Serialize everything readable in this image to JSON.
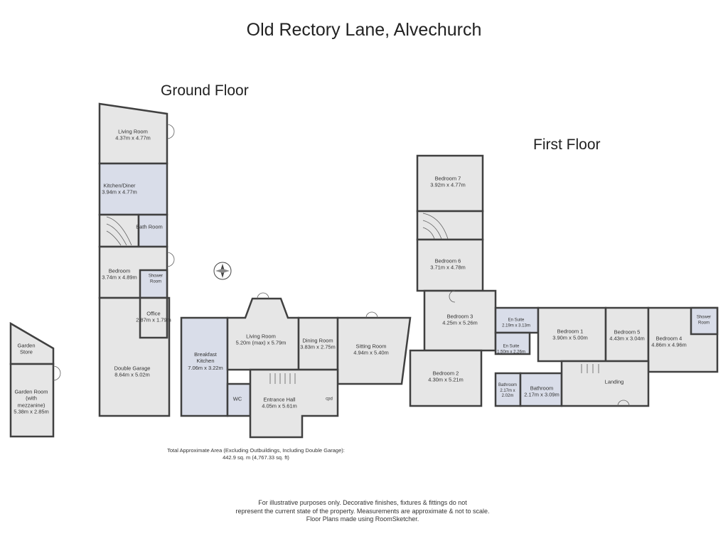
{
  "title": "Old Rectory Lane, Alvechurch",
  "floors": {
    "ground": "Ground Floor",
    "first": "First Floor"
  },
  "rooms": {
    "living_room_top": {
      "name": "Living Room",
      "dims": "4.37m x 4.77m"
    },
    "kitchen_diner": {
      "name": "Kitchen/Diner",
      "dims": "3.94m x 4.77m"
    },
    "bath_room": {
      "name": "Bath Room",
      "dims": ""
    },
    "bedroom_ground": {
      "name": "Bedroom",
      "dims": "3.74m x 4.89m"
    },
    "shower_room_ground": {
      "name": "Shower Room",
      "dims": ""
    },
    "office": {
      "name": "Office",
      "dims": "2.87m x 1.79m"
    },
    "double_garage": {
      "name": "Double Garage",
      "dims": "8.64m x 5.02m"
    },
    "breakfast_kitchen": {
      "name": "Breakfast Kitchen",
      "dims": "7.06m x 3.22m"
    },
    "living_room_main": {
      "name": "Living Room",
      "dims": "5.20m (max) x 5.79m"
    },
    "dining_room": {
      "name": "Dining Room",
      "dims": "3.83m x 2.75m"
    },
    "sitting_room": {
      "name": "Sitting Room",
      "dims": "4.94m x 5.40m"
    },
    "wc": {
      "name": "WC",
      "dims": ""
    },
    "entrance_hall": {
      "name": "Entrance Hall",
      "dims": "4.05m x 5.61m"
    },
    "cpd": {
      "name": "cpd",
      "dims": ""
    },
    "garden_store": {
      "name": "Garden Store",
      "dims": ""
    },
    "garden_room": {
      "name": "Garden Room (with mezzanine)",
      "dims": "5.38m x 2.85m"
    },
    "bedroom_7": {
      "name": "Bedroom 7",
      "dims": "3.92m x 4.77m"
    },
    "bedroom_6": {
      "name": "Bedroom 6",
      "dims": "3.71m x 4.78m"
    },
    "bedroom_3": {
      "name": "Bedroom 3",
      "dims": "4.25m x 5.26m"
    },
    "en_suite_1": {
      "name": "En Suite",
      "dims": "2.19m x 3.13m"
    },
    "en_suite_2": {
      "name": "En Suite",
      "dims": "1.50m x 2.26m"
    },
    "bedroom_1": {
      "name": "Bedroom 1",
      "dims": "3.90m x 5.00m"
    },
    "bedroom_5": {
      "name": "Bedroom 5",
      "dims": "4.43m x 3.04m"
    },
    "shower_room_first": {
      "name": "Shower Room",
      "dims": ""
    },
    "bedroom_4": {
      "name": "Bedroom 4",
      "dims": "4.86m x 4.96m"
    },
    "bedroom_2": {
      "name": "Bedroom 2",
      "dims": "4.30m x 5.21m"
    },
    "bathroom_small": {
      "name": "Bathroom",
      "dims": "2.17m x 2.02m"
    },
    "bathroom_large": {
      "name": "Bathroom",
      "dims": "2.17m x 3.09m"
    },
    "landing": {
      "name": "Landing",
      "dims": ""
    }
  },
  "area_note": {
    "line1": "Total Approximate Area (Excluding Outbuildings, Including Double Garage):",
    "line2": "442.9 sq. m (4,767.33 sq. ft)"
  },
  "disclaimer": {
    "line1": "For illustrative purposes only. Decorative finishes, fixtures & fittings do not",
    "line2": "represent the current state of the property. Measurements are approximate & not to scale.",
    "line3": "Floor Plans made using RoomSketcher."
  },
  "colors": {
    "wall": "#404040",
    "floor": "#e6e6e6",
    "wet_floor": "#d9dde9",
    "background": "#ffffff"
  },
  "icons": [
    "compass-icon",
    "stairs-icon",
    "door-icon",
    "window-icon"
  ]
}
